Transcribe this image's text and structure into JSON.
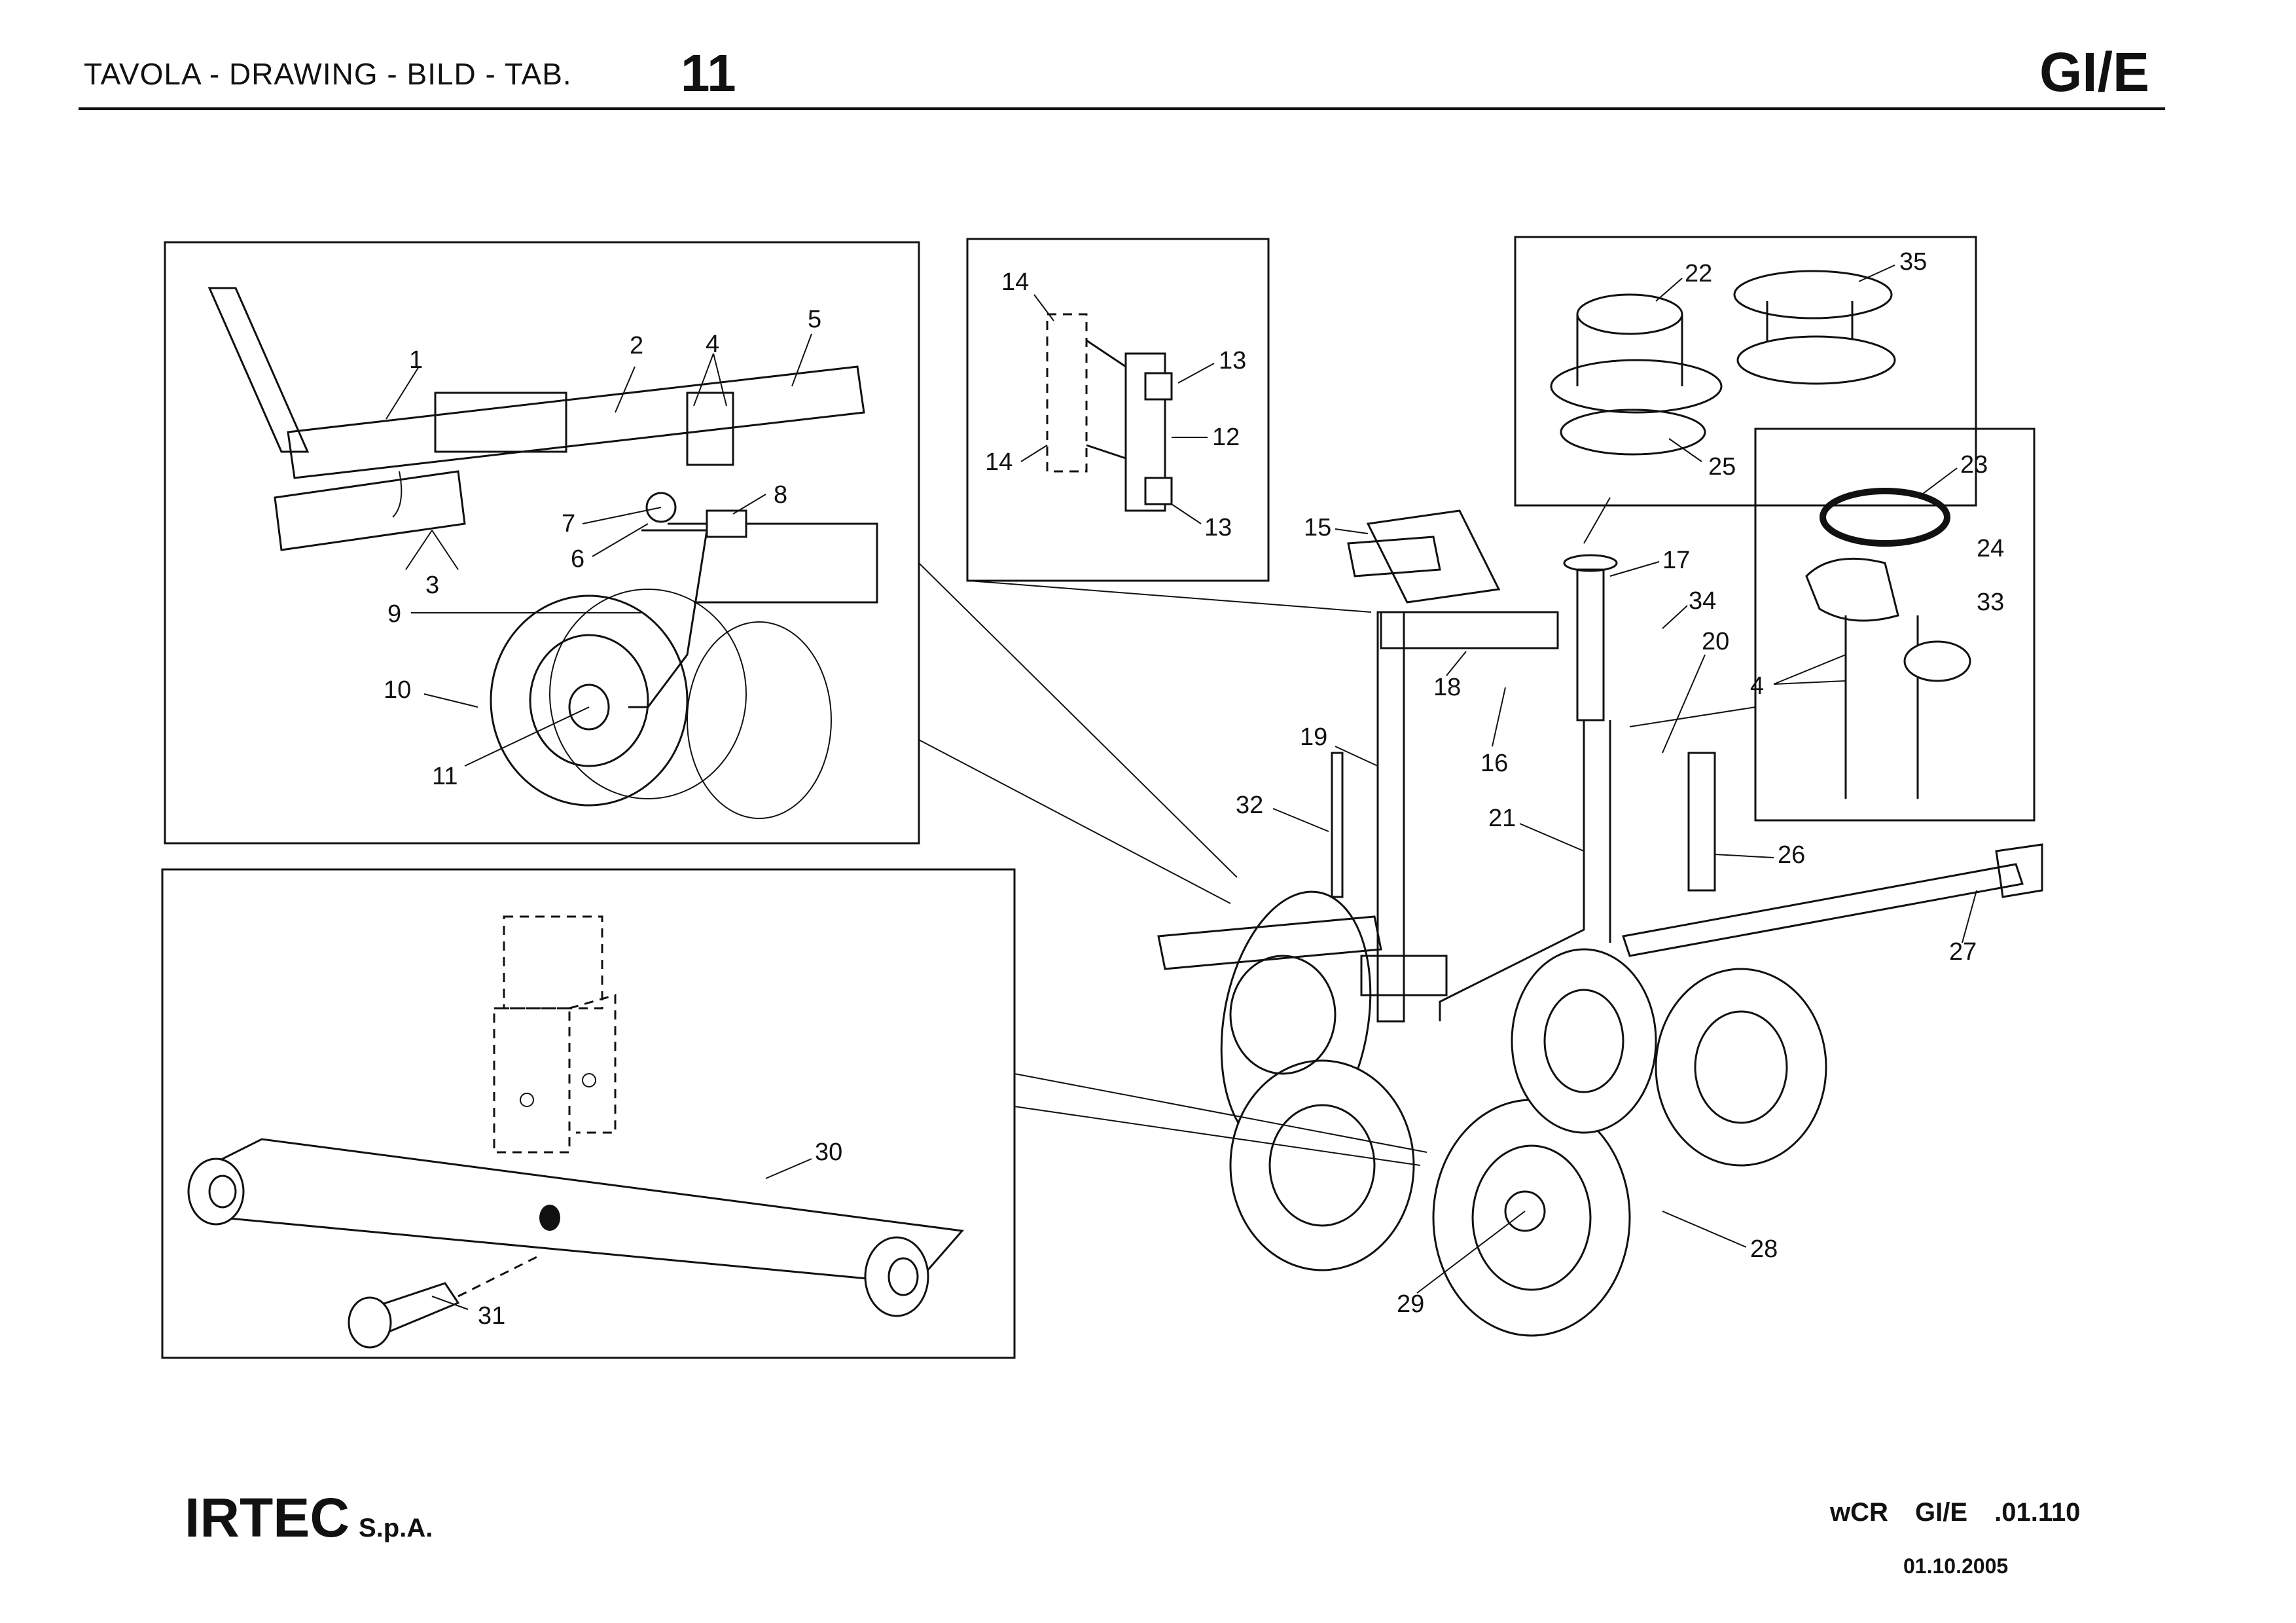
{
  "header": {
    "left": "TAVOLA - DRAWING - BILD - TAB.",
    "number": "11",
    "code": "GI/E"
  },
  "footer": {
    "company": "IRTEC",
    "company_suffix": "S.p.A.",
    "code": "wCR   GI/E   .01.110",
    "date": "01.10.2005"
  },
  "callouts": {
    "c1": "1",
    "c2": "2",
    "c3": "3",
    "c4": "4",
    "c5": "5",
    "c6": "6",
    "c7": "7",
    "c8": "8",
    "c9": "9",
    "c10": "10",
    "c11": "11",
    "c12": "12",
    "c13": "13",
    "c14": "14",
    "c15": "15",
    "c16": "16",
    "c17": "17",
    "c18": "18",
    "c19": "19",
    "c20": "20",
    "c21": "21",
    "c22": "22",
    "c23": "23",
    "c24": "24",
    "c25": "25",
    "c26": "26",
    "c27": "27",
    "c28": "28",
    "c29": "29",
    "c30": "30",
    "c31": "31",
    "c32": "32",
    "c33": "33",
    "c34": "34",
    "c35": "35"
  }
}
